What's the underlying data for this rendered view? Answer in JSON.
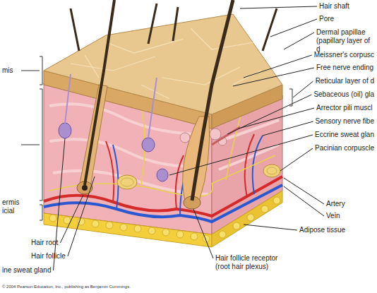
{
  "diagram": {
    "labels": [
      "Hair shaft",
      "Pore",
      "Dermal papillae (papillary layer of d",
      "Meissner's corpusc",
      "Free nerve ending",
      "Reticular layer of d",
      "Sebaceous (oil) gla",
      "Arrector pili muscl",
      "Sensory nerve fibe",
      "Eccrine sweat glan",
      "Pacinian corpuscle",
      "Artery",
      "Vein",
      "Adipose tissue",
      "Hair follicle receptor (root hair plexus)",
      "Hair root",
      "Hair follicle",
      "ine sweat gland",
      "mis",
      "ermis",
      "icial",
      "© 2004 Pearson Education, Inc., publishing as Benjamin Cummings."
    ]
  }
}
